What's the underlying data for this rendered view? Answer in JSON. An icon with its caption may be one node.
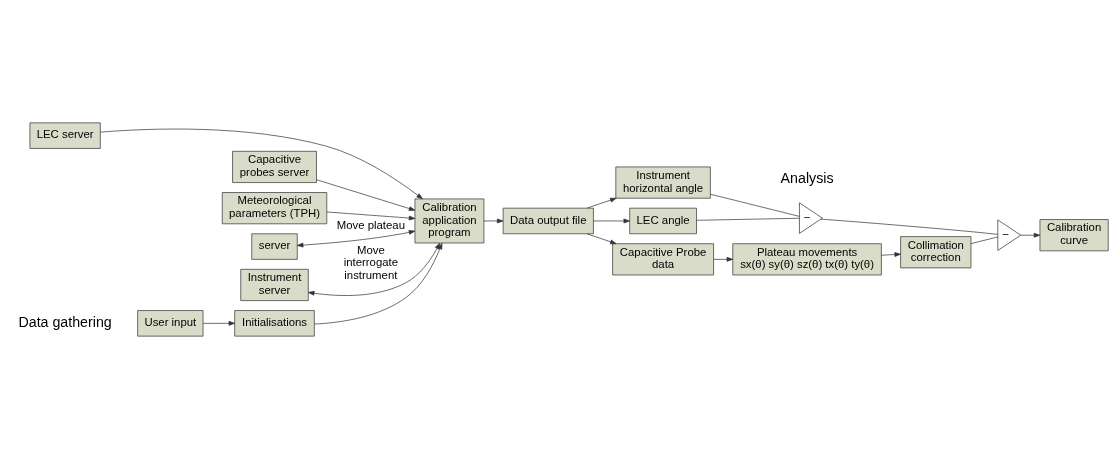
{
  "diagram": {
    "nodes": [
      {
        "text": [
          "User input"
        ]
      },
      {
        "text": [
          "Initialisations"
        ]
      },
      {
        "text": [
          "LEC server"
        ]
      },
      {
        "text": [
          "Capacitive probes server"
        ]
      },
      {
        "text": [
          "Meteorological parameters (TPH)"
        ]
      },
      {
        "text": [
          "Calibration application program"
        ]
      },
      {
        "text": [
          "server"
        ]
      },
      {
        "text": [
          "Instrument server"
        ]
      },
      {
        "text": [
          "Data output file"
        ]
      },
      {
        "text": [
          "Instrument horizontal angle"
        ]
      },
      {
        "text": [
          "LEC angle"
        ]
      },
      {
        "text": [
          "Capacitive Probe data"
        ]
      },
      {
        "text": [
          "−"
        ]
      },
      {
        "text": [
          "−"
        ]
      },
      {
        "text": [
          "Calibration curve"
        ]
      },
      {
        "text": [
          "Collimation correction"
        ]
      },
      {
        "text": [
          "Plateau movements",
          "sx(θ) sy(θ) sz(θ) tx(θ) ty(θ)"
        ]
      }
    ],
    "edges": [
      {
        "from": 0,
        "to": 1,
        "arrow": "to"
      },
      {
        "from": 1,
        "to": 5,
        "arrow": "to"
      },
      {
        "from": 2,
        "to": 5,
        "arrow": "to"
      },
      {
        "from": 3,
        "to": 5,
        "arrow": "to"
      },
      {
        "from": 4,
        "to": 5,
        "arrow": "to"
      },
      {
        "from": 5,
        "to": 6,
        "arrow": "both",
        "label": "Move plateau"
      },
      {
        "from": 5,
        "to": 7,
        "arrow": "both",
        "label": "Move interrogate instrument"
      },
      {
        "from": 5,
        "to": 8,
        "arrow": "to"
      },
      {
        "from": 8,
        "to": 9,
        "arrow": "to"
      },
      {
        "from": 8,
        "to": 10,
        "arrow": "to"
      },
      {
        "from": 8,
        "to": 11,
        "arrow": "to"
      },
      {
        "from": 9,
        "to": 12,
        "arrow": "none"
      },
      {
        "from": 10,
        "to": 12,
        "arrow": "none"
      },
      {
        "from": 12,
        "to": 13,
        "arrow": "none"
      },
      {
        "from": 15,
        "to": 13,
        "arrow": "none"
      },
      {
        "from": 13,
        "to": 14,
        "arrow": "to"
      },
      {
        "from": 11,
        "to": 16,
        "arrow": "to"
      },
      {
        "from": 16,
        "to": 15,
        "arrow": "to"
      }
    ],
    "labels": [
      "Data gathering",
      "Analysis"
    ]
  }
}
